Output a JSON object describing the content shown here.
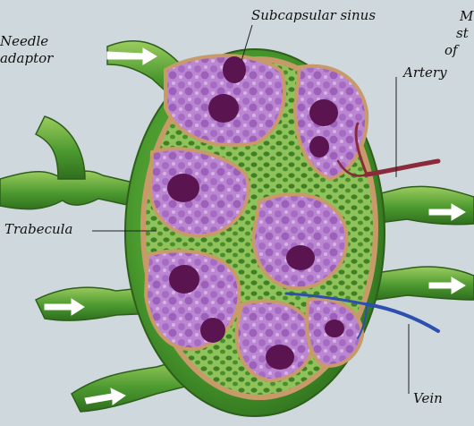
{
  "labels": {
    "needle_adaptor_1": "Needle",
    "needle_adaptor_2": "adaptor",
    "subcapsular_sinus": "Subcapsular sinus",
    "medulla_1": "M",
    "medulla_2": "st",
    "medulla_3": "of",
    "artery": "Artery",
    "trabecula": "Trabecula",
    "vein": "Vein"
  },
  "colors": {
    "background": "#cfd8dc",
    "vessel_green": "#3f8a2a",
    "vessel_light": "#8fc25a",
    "capsule_tan": "#c89a6a",
    "follicle_purple": "#b07ac8",
    "nucleus_dark": "#5a1450",
    "artery_red": "#8a2a3a",
    "vein_blue": "#2c4fb0"
  },
  "icons": {
    "inflow_arrow": "white-arrow-icon",
    "outflow_arrow": "white-arrow-icon"
  }
}
